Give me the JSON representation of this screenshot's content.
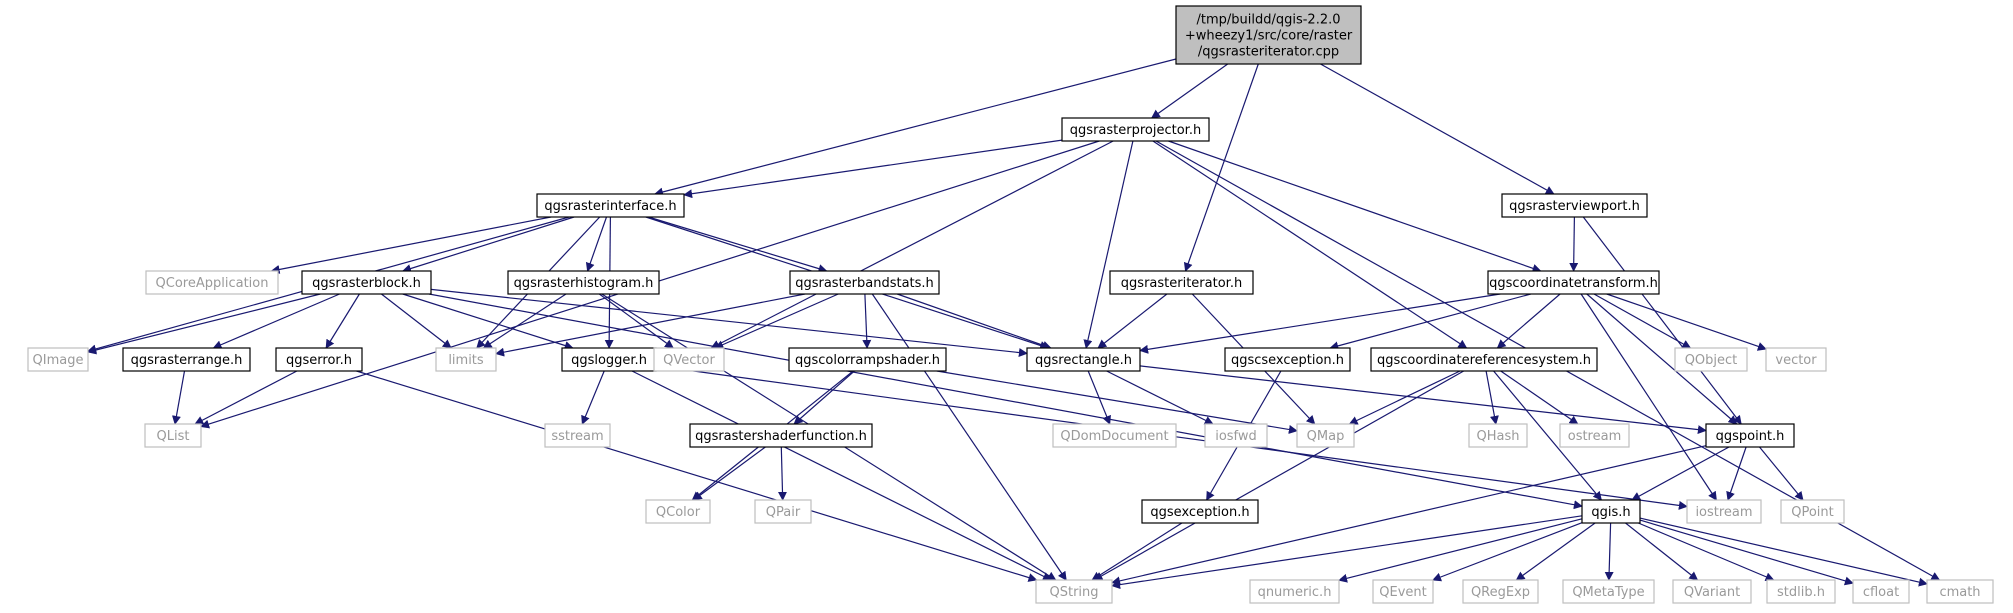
{
  "graph": {
    "colors": {
      "root_fill": "#bfbfbf",
      "header_border": "#000000",
      "system_border": "#bfbfbf",
      "system_text": "#9a9a9a",
      "header_text": "#000000",
      "edge": "#191970"
    },
    "nodes": [
      {
        "id": "root",
        "kind": "root",
        "lines": [
          "/tmp/buildd/qgis-2.2.0",
          "+wheezy1/src/core/raster",
          "/qgsrasteriterator.cpp"
        ]
      },
      {
        "id": "qgsrasterprojector",
        "kind": "header",
        "lines": [
          "qgsrasterprojector.h"
        ]
      },
      {
        "id": "qgsrasterinterface",
        "kind": "header",
        "lines": [
          "qgsrasterinterface.h"
        ]
      },
      {
        "id": "qgsrasterviewport",
        "kind": "header",
        "lines": [
          "qgsrasterviewport.h"
        ]
      },
      {
        "id": "qgsrasteriterator",
        "kind": "header",
        "lines": [
          "qgsrasteriterator.h"
        ]
      },
      {
        "id": "qgscoordinatetransform",
        "kind": "header",
        "lines": [
          "qgscoordinatetransform.h"
        ]
      },
      {
        "id": "QCoreApplication",
        "kind": "system",
        "lines": [
          "QCoreApplication"
        ]
      },
      {
        "id": "qgsrasterblock",
        "kind": "header",
        "lines": [
          "qgsrasterblock.h"
        ]
      },
      {
        "id": "qgsrasterhistogram",
        "kind": "header",
        "lines": [
          "qgsrasterhistogram.h"
        ]
      },
      {
        "id": "qgsrasterbandstats",
        "kind": "header",
        "lines": [
          "qgsrasterbandstats.h"
        ]
      },
      {
        "id": "QImage",
        "kind": "system",
        "lines": [
          "QImage"
        ]
      },
      {
        "id": "qgsrasterrange",
        "kind": "header",
        "lines": [
          "qgsrasterrange.h"
        ]
      },
      {
        "id": "qgserror",
        "kind": "header",
        "lines": [
          "qgserror.h"
        ]
      },
      {
        "id": "limits",
        "kind": "system",
        "lines": [
          "limits"
        ]
      },
      {
        "id": "qgslogger",
        "kind": "header",
        "lines": [
          "qgslogger.h"
        ]
      },
      {
        "id": "QVector",
        "kind": "system",
        "lines": [
          "QVector"
        ]
      },
      {
        "id": "qgscolorrampshader",
        "kind": "header",
        "lines": [
          "qgscolorrampshader.h"
        ]
      },
      {
        "id": "qgsrectangle",
        "kind": "header",
        "lines": [
          "qgsrectangle.h"
        ]
      },
      {
        "id": "qgscsexception",
        "kind": "header",
        "lines": [
          "qgscsexception.h"
        ]
      },
      {
        "id": "qgscoordinatereferencesystem",
        "kind": "header",
        "lines": [
          "qgscoordinatereferencesystem.h"
        ]
      },
      {
        "id": "QObject",
        "kind": "system",
        "lines": [
          "QObject"
        ]
      },
      {
        "id": "vector",
        "kind": "system",
        "lines": [
          "vector"
        ]
      },
      {
        "id": "QList",
        "kind": "system",
        "lines": [
          "QList"
        ]
      },
      {
        "id": "sstream",
        "kind": "system",
        "lines": [
          "sstream"
        ]
      },
      {
        "id": "qgsrastershaderfunction",
        "kind": "header",
        "lines": [
          "qgsrastershaderfunction.h"
        ]
      },
      {
        "id": "QDomDocument",
        "kind": "system",
        "lines": [
          "QDomDocument"
        ]
      },
      {
        "id": "iosfwd",
        "kind": "system",
        "lines": [
          "iosfwd"
        ]
      },
      {
        "id": "QMap",
        "kind": "system",
        "lines": [
          "QMap"
        ]
      },
      {
        "id": "QHash",
        "kind": "system",
        "lines": [
          "QHash"
        ]
      },
      {
        "id": "ostream",
        "kind": "system",
        "lines": [
          "ostream"
        ]
      },
      {
        "id": "qgspoint",
        "kind": "header",
        "lines": [
          "qgspoint.h"
        ]
      },
      {
        "id": "QColor",
        "kind": "system",
        "lines": [
          "QColor"
        ]
      },
      {
        "id": "QPair",
        "kind": "system",
        "lines": [
          "QPair"
        ]
      },
      {
        "id": "qgsexception",
        "kind": "header",
        "lines": [
          "qgsexception.h"
        ]
      },
      {
        "id": "qgis",
        "kind": "header",
        "lines": [
          "qgis.h"
        ]
      },
      {
        "id": "iostream",
        "kind": "system",
        "lines": [
          "iostream"
        ]
      },
      {
        "id": "QPoint",
        "kind": "system",
        "lines": [
          "QPoint"
        ]
      },
      {
        "id": "QString",
        "kind": "system",
        "lines": [
          "QString"
        ]
      },
      {
        "id": "qnumeric",
        "kind": "system",
        "lines": [
          "qnumeric.h"
        ]
      },
      {
        "id": "QEvent",
        "kind": "system",
        "lines": [
          "QEvent"
        ]
      },
      {
        "id": "QRegExp",
        "kind": "system",
        "lines": [
          "QRegExp"
        ]
      },
      {
        "id": "QMetaType",
        "kind": "system",
        "lines": [
          "QMetaType"
        ]
      },
      {
        "id": "QVariant",
        "kind": "system",
        "lines": [
          "QVariant"
        ]
      },
      {
        "id": "stdlib",
        "kind": "system",
        "lines": [
          "stdlib.h"
        ]
      },
      {
        "id": "cfloat",
        "kind": "system",
        "lines": [
          "cfloat"
        ]
      },
      {
        "id": "cmath",
        "kind": "system",
        "lines": [
          "cmath"
        ]
      }
    ],
    "edges": [
      [
        "root",
        "qgsrasterprojector"
      ],
      [
        "root",
        "qgsrasterinterface"
      ],
      [
        "root",
        "qgsrasteriterator"
      ],
      [
        "root",
        "qgsrasterviewport"
      ],
      [
        "qgsrasterprojector",
        "qgsrasterinterface"
      ],
      [
        "qgsrasterprojector",
        "QList"
      ],
      [
        "qgsrasterprojector",
        "QVector"
      ],
      [
        "qgsrasterprojector",
        "qgsrectangle"
      ],
      [
        "qgsrasterprojector",
        "qgscoordinatereferencesystem"
      ],
      [
        "qgsrasterprojector",
        "qgscoordinatetransform"
      ],
      [
        "qgsrasterprojector",
        "cmath"
      ],
      [
        "qgsrasterinterface",
        "QImage"
      ],
      [
        "qgsrasterinterface",
        "QCoreApplication"
      ],
      [
        "qgsrasterinterface",
        "qgsrasterblock"
      ],
      [
        "qgsrasterinterface",
        "limits"
      ],
      [
        "qgsrasterinterface",
        "qgsrasterhistogram"
      ],
      [
        "qgsrasterinterface",
        "qgslogger"
      ],
      [
        "qgsrasterinterface",
        "qgsrasterbandstats"
      ],
      [
        "qgsrasterinterface",
        "qgsrectangle"
      ],
      [
        "qgsrasterblock",
        "QImage"
      ],
      [
        "qgsrasterblock",
        "qgsrasterrange"
      ],
      [
        "qgsrasterblock",
        "qgserror"
      ],
      [
        "qgsrasterblock",
        "limits"
      ],
      [
        "qgsrasterblock",
        "qgslogger"
      ],
      [
        "qgsrasterblock",
        "qgis"
      ],
      [
        "qgsrasterblock",
        "qgsrectangle"
      ],
      [
        "qgsrasterrange",
        "QList"
      ],
      [
        "qgserror",
        "QList"
      ],
      [
        "qgserror",
        "QString"
      ],
      [
        "qgsrasterhistogram",
        "limits"
      ],
      [
        "qgsrasterhistogram",
        "QString"
      ],
      [
        "qgsrasterhistogram",
        "QVector"
      ],
      [
        "qgsrasterbandstats",
        "limits"
      ],
      [
        "qgsrasterbandstats",
        "QVector"
      ],
      [
        "qgsrasterbandstats",
        "qgscolorrampshader"
      ],
      [
        "qgsrasterbandstats",
        "qgsrectangle"
      ],
      [
        "qgsrasterbandstats",
        "QString"
      ],
      [
        "qgslogger",
        "sstream"
      ],
      [
        "qgslogger",
        "QString"
      ],
      [
        "qgslogger",
        "iostream"
      ],
      [
        "qgscolorrampshader",
        "QColor"
      ],
      [
        "qgscolorrampshader",
        "qgsrastershaderfunction"
      ],
      [
        "qgscolorrampshader",
        "QMap"
      ],
      [
        "qgsrastershaderfunction",
        "QColor"
      ],
      [
        "qgsrastershaderfunction",
        "QPair"
      ],
      [
        "qgsrasteriterator",
        "qgsrectangle"
      ],
      [
        "qgsrasteriterator",
        "QMap"
      ],
      [
        "qgsrasterviewport",
        "qgscoordinatetransform"
      ],
      [
        "qgsrasterviewport",
        "qgspoint"
      ],
      [
        "qgscoordinatetransform",
        "qgsrectangle"
      ],
      [
        "qgscoordinatetransform",
        "qgscsexception"
      ],
      [
        "qgscoordinatetransform",
        "qgscoordinatereferencesystem"
      ],
      [
        "qgscoordinatetransform",
        "qgspoint"
      ],
      [
        "qgscoordinatetransform",
        "QObject"
      ],
      [
        "qgscoordinatetransform",
        "vector"
      ],
      [
        "qgscoordinatetransform",
        "iostream"
      ],
      [
        "qgsrectangle",
        "QDomDocument"
      ],
      [
        "qgsrectangle",
        "iosfwd"
      ],
      [
        "qgsrectangle",
        "qgspoint"
      ],
      [
        "qgscsexception",
        "qgsexception"
      ],
      [
        "qgsexception",
        "QString"
      ],
      [
        "qgscoordinatereferencesystem",
        "QMap"
      ],
      [
        "qgscoordinatereferencesystem",
        "QHash"
      ],
      [
        "qgscoordinatereferencesystem",
        "ostream"
      ],
      [
        "qgscoordinatereferencesystem",
        "qgis"
      ],
      [
        "qgscoordinatereferencesystem",
        "QString"
      ],
      [
        "qgspoint",
        "qgis"
      ],
      [
        "qgspoint",
        "iostream"
      ],
      [
        "qgspoint",
        "QPoint"
      ],
      [
        "qgspoint",
        "QString"
      ],
      [
        "qgis",
        "QString"
      ],
      [
        "qgis",
        "qnumeric"
      ],
      [
        "qgis",
        "QEvent"
      ],
      [
        "qgis",
        "QRegExp"
      ],
      [
        "qgis",
        "QMetaType"
      ],
      [
        "qgis",
        "QVariant"
      ],
      [
        "qgis",
        "stdlib"
      ],
      [
        "qgis",
        "cfloat"
      ],
      [
        "qgis",
        "cmath"
      ]
    ]
  }
}
